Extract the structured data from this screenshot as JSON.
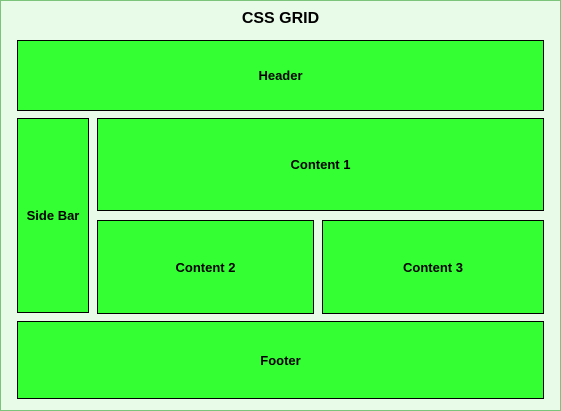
{
  "title": "CSS GRID",
  "areas": {
    "header": "Header",
    "sidebar": "Side Bar",
    "content1": "Content 1",
    "content2": "Content 2",
    "content3": "Content 3",
    "footer": "Footer"
  },
  "colors": {
    "area_fill": "#33ff33",
    "background": "#e8fae8",
    "frame_border": "#7cc47c",
    "area_border": "#000000"
  }
}
